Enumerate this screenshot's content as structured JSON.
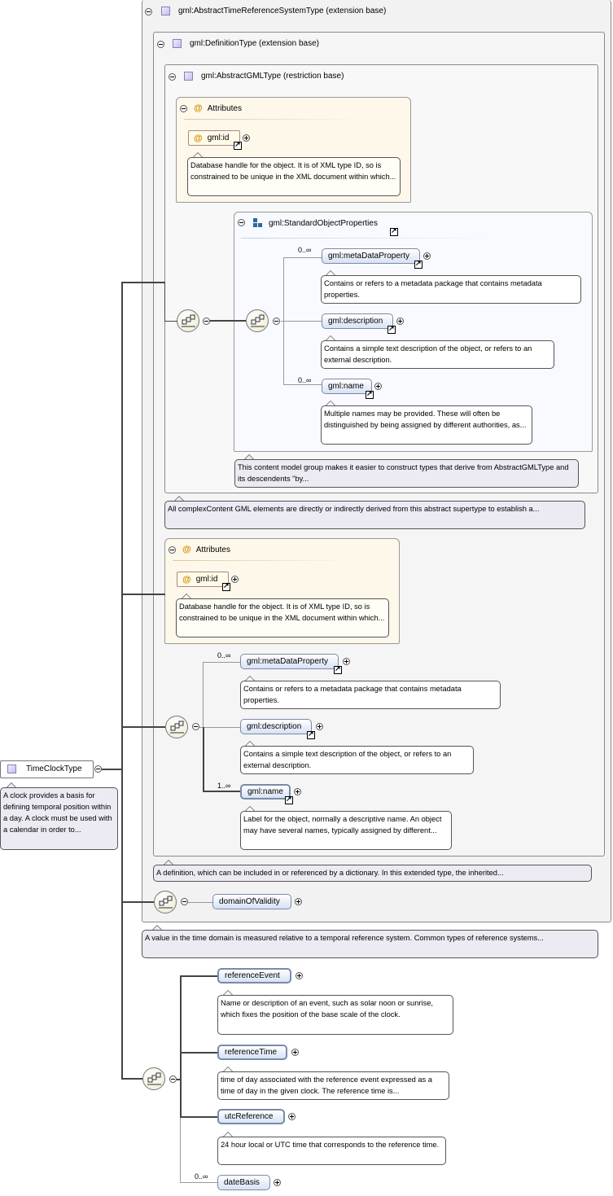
{
  "root": {
    "label": "TimeClockType",
    "doc": "A clock provides a basis for defining temporal position within a day. A clock must be used with a calendar in order to..."
  },
  "ext1": {
    "label": "gml:AbstractTimeReferenceSystemType (extension base)",
    "doc": "A value in the time domain is measured relative to a temporal reference system. Common types of reference systems..."
  },
  "ext2": {
    "label": "gml:DefinitionType (extension base)",
    "doc": "A definition, which can be included in or referenced by a dictionary. In this extended type, the inherited..."
  },
  "ext3": {
    "label": "gml:AbstractGMLType (restriction base)",
    "doc": "All complexContent GML elements are directly or indirectly derived from this abstract supertype to establish a..."
  },
  "attrs1": {
    "label": "Attributes",
    "id_label": "gml:id",
    "id_doc": "Database handle for the object. It is of XML type ID, so is constrained to be unique in the XML document within which..."
  },
  "sop": {
    "label": "gml:StandardObjectProperties",
    "doc": "This content model group makes it easier to construct types that derive from AbstractGMLType and its descendents \"by...",
    "meta": {
      "label": "gml:metaDataProperty",
      "card": "0..∞",
      "doc": "Contains or refers to a metadata package that contains metadata properties."
    },
    "desc": {
      "label": "gml:description",
      "doc": "Contains a simple text description of the object, or refers to an external description."
    },
    "name": {
      "label": "gml:name",
      "card": "0..∞",
      "doc": "Multiple names may be provided. These will often be distinguished by being assigned by different authorities, as..."
    }
  },
  "attrs2": {
    "label": "Attributes",
    "id_label": "gml:id",
    "id_doc": "Database handle for the object. It is of XML type ID, so is constrained to be unique in the XML document within which..."
  },
  "def": {
    "meta": {
      "label": "gml:metaDataProperty",
      "card": "0..∞",
      "doc": "Contains or refers to a metadata package that contains metadata properties."
    },
    "desc": {
      "label": "gml:description",
      "doc": "Contains a simple text description of the object, or refers to an external description."
    },
    "name": {
      "label": "gml:name",
      "card": "1..∞",
      "doc": "Label for the object, normally a descriptive name. An object may have several names, typically assigned by different..."
    }
  },
  "domain": {
    "label": "domainOfValidity"
  },
  "clock": {
    "refEvent": {
      "label": "referenceEvent",
      "doc": "Name or description of an event, such as solar noon or sunrise, which fixes the position of the base scale of the clock."
    },
    "refTime": {
      "label": "referenceTime",
      "doc": "time of day associated with the reference event expressed as a time of day in the given clock. The reference time is..."
    },
    "utc": {
      "label": "utcReference",
      "doc": "24 hour local or UTC time that corresponds to the reference time."
    },
    "dateBasis": {
      "label": "dateBasis",
      "card": "0..∞"
    }
  },
  "at_symbol": "@"
}
